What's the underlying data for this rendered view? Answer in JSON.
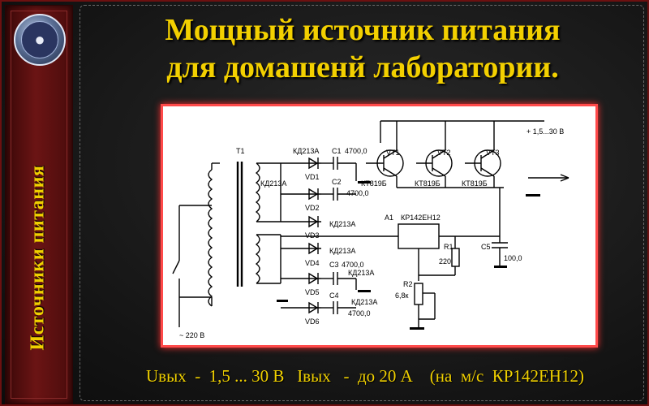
{
  "sidebar": {
    "logo_icon": "wolf-emblem-icon",
    "vertical_title": "Источники питания"
  },
  "title": {
    "line1": "Мощный источник питания",
    "line2": "для домашенй лаборатории."
  },
  "schematic": {
    "transformer": "T1",
    "mains": "~ 220 В",
    "output": "+ 1,5...30 В",
    "ic_ref": "A1",
    "ic_name": "КР142ЕН12",
    "diode_type": "КД213А",
    "diodes": [
      "VD1",
      "VD2",
      "VD3",
      "VD4",
      "VD5",
      "VD6"
    ],
    "transistors": [
      {
        "ref": "VT1",
        "type": "КТ819Б"
      },
      {
        "ref": "VT2",
        "type": "КТ819Б"
      },
      {
        "ref": "VT3",
        "type": "КТ819Б"
      }
    ],
    "capacitors": [
      {
        "ref": "C1",
        "value": "4700,0"
      },
      {
        "ref": "C2",
        "value": "4700,0"
      },
      {
        "ref": "C3",
        "value": "4700,0"
      },
      {
        "ref": "C4",
        "value": "4700,0"
      },
      {
        "ref": "C5",
        "value": "100,0"
      }
    ],
    "r1": {
      "ref": "R1",
      "value": "220"
    },
    "r2": {
      "ref": "R2",
      "value": "6,8к"
    }
  },
  "footer": {
    "spec": "Uвых  -  1,5 ... 30 В   Iвых   -  до 20 А    (на  м/с  КР142ЕН12)"
  },
  "colors": {
    "title": "#f3d000",
    "sidebar": "#6b1414",
    "frame_border": "#ff4a4a"
  }
}
